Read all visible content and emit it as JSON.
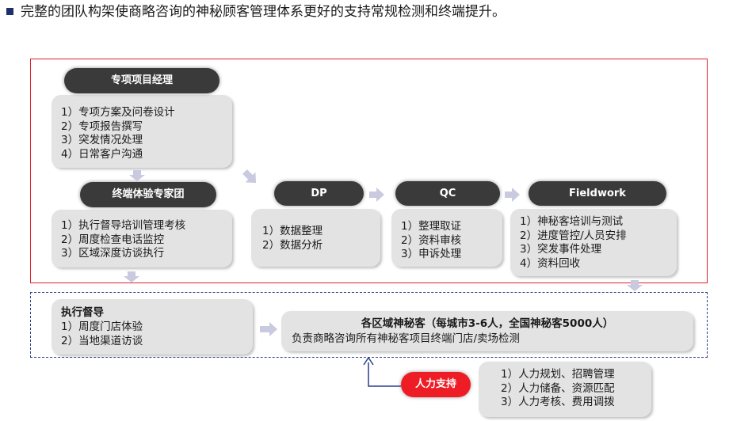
{
  "heading": "完整的团队构架使商略咨询的神秘顾客管理体系更好的支持常规检测和终端提升。",
  "pm": {
    "title": "专项项目经理",
    "items": [
      "1）专项方案及问卷设计",
      "2）专项报告撰写",
      "3）突发情况处理",
      "4）日常客户沟通"
    ]
  },
  "experts": {
    "title": "终端体验专家团",
    "items": [
      "1）执行督导培训管理考核",
      "2）周度检查电话监控",
      "3）区域深度访谈执行"
    ]
  },
  "dp": {
    "title": "DP",
    "items": [
      "1）数据整理",
      "2）数据分析"
    ]
  },
  "qc": {
    "title": "QC",
    "items": [
      "1）整理取证",
      "2）资料审核",
      "3）申诉处理"
    ]
  },
  "fieldwork": {
    "title": "Fieldwork",
    "items": [
      "1）神秘客培训与测试",
      "2）进度管控/人员安排",
      "3）突发事件处理",
      "4）资料回收"
    ]
  },
  "supervisor": {
    "title": "执行督导",
    "items": [
      "1）周度门店体验",
      "2）当地渠道访谈"
    ]
  },
  "regional": {
    "title": "各区域神秘客（每城市3-6人，全国神秘客5000人）",
    "desc": "负责商略咨询所有神秘客项目终端门店/卖场检测"
  },
  "hr": {
    "title": "人力支持",
    "items": [
      "1）人力规划、招聘管理",
      "2）人力储备、资源匹配",
      "3）人力考核、费用调拨"
    ]
  },
  "colors": {
    "pill": "#3a3a3a",
    "box": "#e3e3e3",
    "frame_red": "#e0202a",
    "frame_dash": "#2a3f8f",
    "hr_pill": "#ee1c25",
    "arrow": "#c9c9e0"
  }
}
